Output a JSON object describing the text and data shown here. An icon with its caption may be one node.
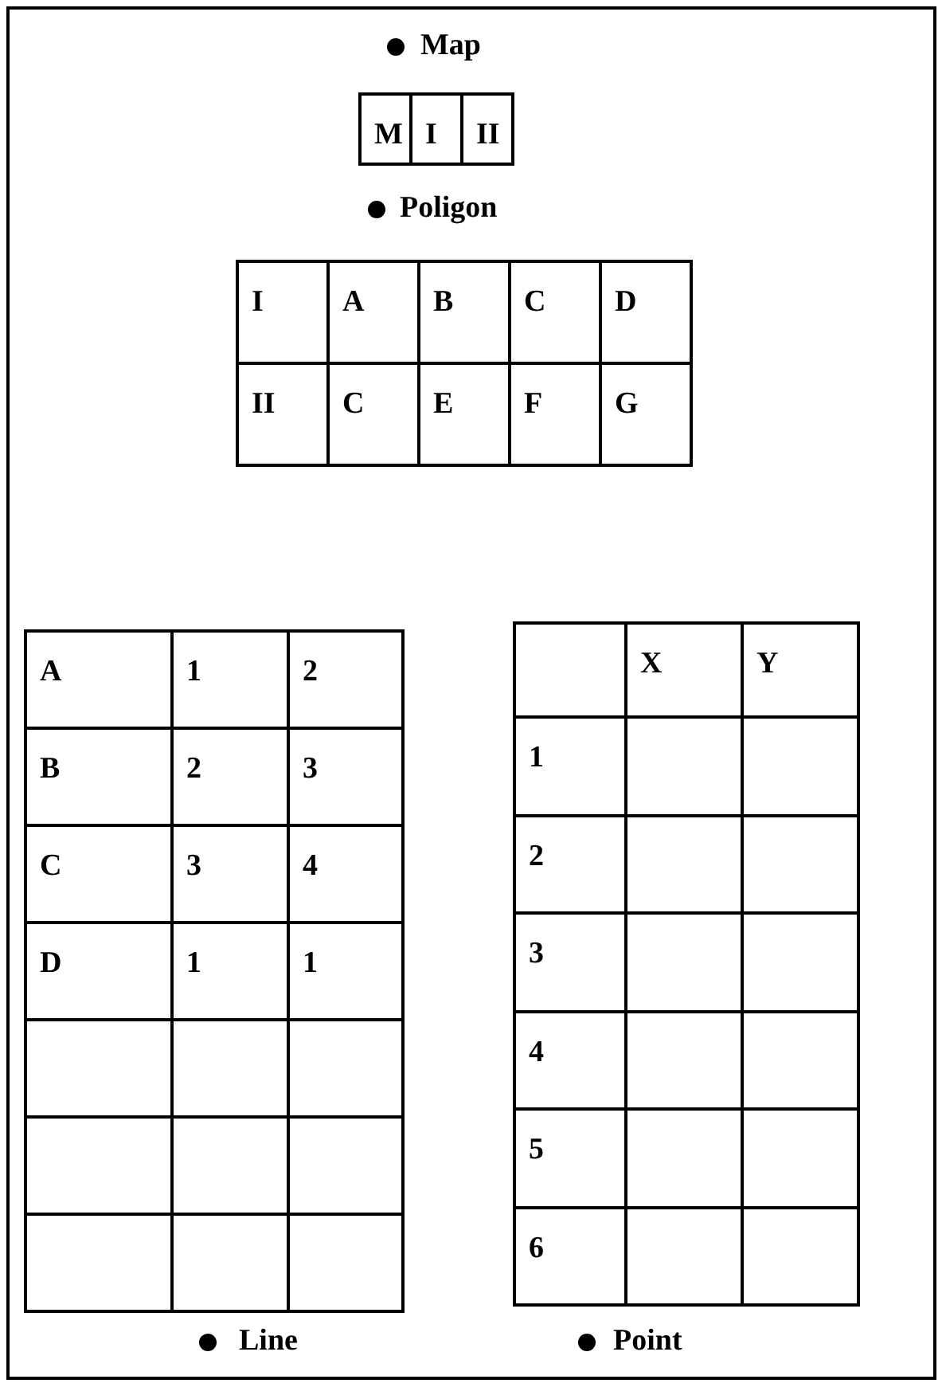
{
  "diagram": {
    "labels": [
      "Map",
      "M",
      "I",
      "II",
      "Poligon",
      "I",
      "A",
      "B",
      "C",
      "D",
      "II",
      "C",
      "E",
      "F",
      "G",
      "A",
      "1",
      "2",
      "B",
      "2",
      "3",
      "C",
      "3",
      "4",
      "D",
      "1",
      "1",
      "Line",
      "X",
      "Y",
      "1",
      "2",
      "3",
      "4",
      "5",
      "6",
      "Point"
    ]
  }
}
